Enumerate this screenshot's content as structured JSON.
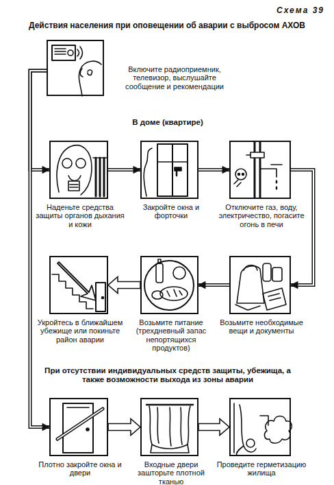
{
  "diagram": {
    "title": "Действия населения при оповещении об аварии с выбросом АХОВ",
    "nodes": [
      {
        "text": [
          "Включите радиоприемник, телевизор, выслушайте сообщение и рекомендации"
        ]
      },
      {
        "text": [
          "Наденьте средства защиты органов дыхания и кожи"
        ]
      },
      {
        "text": [
          "Закройте окна и форточки"
        ]
      },
      {
        "text": [
          "Отключите газ, воду, электричество, погасите огонь в печи"
        ]
      },
      {
        "text": [
          "Возьмите необходимые вещи и документы"
        ]
      },
      {
        "text": [
          "Возьмите питание (трехдневный запас непортящихся продуктов)"
        ]
      },
      {
        "text": [
          "Укройтесь в ближайшем убежище или покиньте район аварии"
        ]
      },
      {
        "text": [
          "Плотно закройте окна и двери"
        ]
      },
      {
        "text": [
          "Входные двери зашторьте плотной тканью"
        ]
      },
      {
        "text": [
          "Проведите герметизацию жилища"
        ]
      }
    ],
    "edges": [
      {
        "from": 0,
        "to": 1,
        "arrow": "to"
      },
      {
        "from": 0,
        "to": 7,
        "arrow": "to"
      },
      {
        "from": 1,
        "to": 2,
        "arrow": "to"
      },
      {
        "from": 2,
        "to": 3,
        "arrow": "to"
      },
      {
        "from": 3,
        "to": 4,
        "arrow": "to"
      },
      {
        "from": 4,
        "to": 5,
        "arrow": "to"
      },
      {
        "from": 5,
        "to": 6,
        "arrow": "to"
      },
      {
        "from": 7,
        "to": 8,
        "arrow": "to"
      },
      {
        "from": 8,
        "to": 9,
        "arrow": "to"
      }
    ],
    "labels": [
      "Схема 39",
      "В доме (квартире)",
      "При отсутствии индивидуальных средств защиты, убежища, а также возможности выхода из зоны аварии"
    ]
  }
}
